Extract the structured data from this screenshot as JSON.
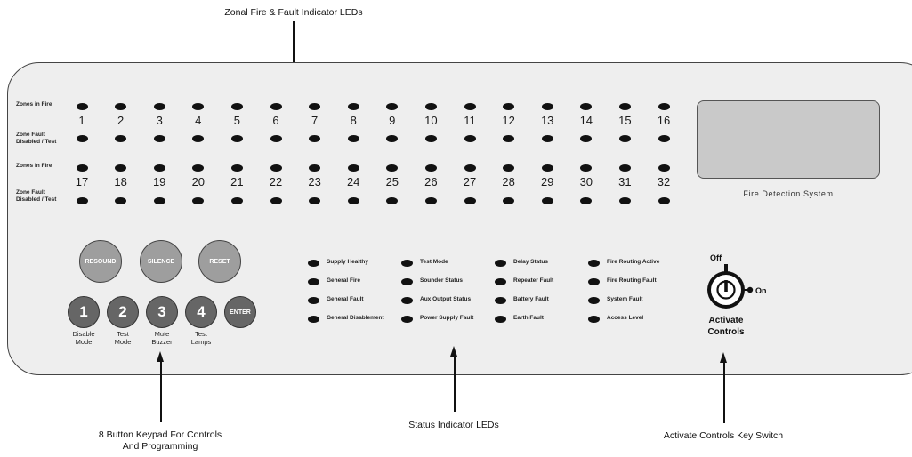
{
  "annotations": {
    "top": "Zonal Fire & Fault Indicator LEDs",
    "keypad": [
      "8 Button Keypad For Controls",
      "And Programming"
    ],
    "status": "Status Indicator LEDs",
    "keyswitch": "Activate Controls Key Switch"
  },
  "zones": {
    "row_labels": {
      "zones_in_fire": "Zones in Fire",
      "zone_fault_line1": "Zone Fault",
      "zone_fault_line2": "Disabled / Test"
    },
    "row1": [
      "1",
      "2",
      "3",
      "4",
      "5",
      "6",
      "7",
      "8",
      "9",
      "10",
      "11",
      "12",
      "13",
      "14",
      "15",
      "16"
    ],
    "row2": [
      "17",
      "18",
      "19",
      "20",
      "21",
      "22",
      "23",
      "24",
      "25",
      "26",
      "27",
      "28",
      "29",
      "30",
      "31",
      "32"
    ]
  },
  "display": {
    "system_name": "Fire Detection System"
  },
  "controls": {
    "top_buttons": [
      "RESOUND",
      "SILENCE",
      "RESET"
    ],
    "num_buttons": [
      {
        "label": "1",
        "caption": [
          "Disable",
          "Mode"
        ]
      },
      {
        "label": "2",
        "caption": [
          "Test",
          "Mode"
        ]
      },
      {
        "label": "3",
        "caption": [
          "Mute",
          "Buzzer"
        ]
      },
      {
        "label": "4",
        "caption": [
          "Test",
          "Lamps"
        ]
      },
      {
        "label": "ENTER",
        "caption": []
      }
    ]
  },
  "status_leds": [
    [
      "Supply Healthy",
      "General Fire",
      "General Fault",
      "General Disablement"
    ],
    [
      "Test Mode",
      "Sounder Status",
      "Aux Output Status",
      "Power Supply Fault"
    ],
    [
      "Delay Status",
      "Repeater Fault",
      "Battery Fault",
      "Earth Fault"
    ],
    [
      "Fire Routing Active",
      "Fire Routing Fault",
      "System Fault",
      "Access Level"
    ]
  ],
  "key_switch": {
    "off_label": "Off",
    "on_label": "On",
    "title_line1": "Activate",
    "title_line2": "Controls"
  }
}
